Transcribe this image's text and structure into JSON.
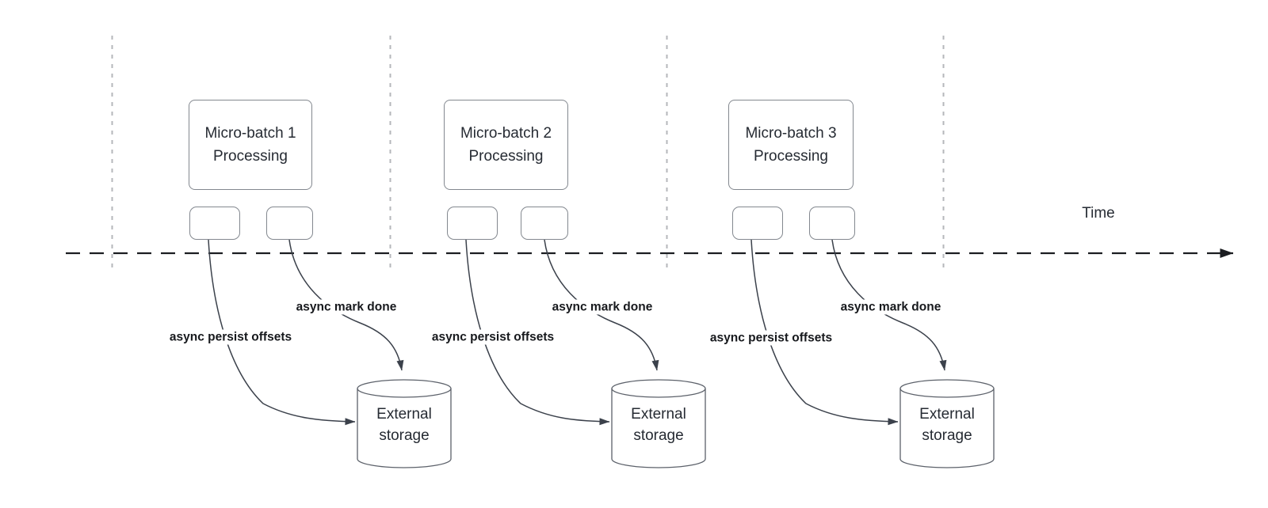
{
  "time_axis": {
    "label": "Time"
  },
  "sections": [
    {
      "box_label": "Micro-batch 1 Processing",
      "persist_arrow_label": "async persist offsets",
      "mark_arrow_label": "async mark done",
      "storage_label": "External storage"
    },
    {
      "box_label": "Micro-batch 2 Processing",
      "persist_arrow_label": "async persist offsets",
      "mark_arrow_label": "async mark done",
      "storage_label": "External storage"
    },
    {
      "box_label": "Micro-batch 3 Processing",
      "persist_arrow_label": "async persist offsets",
      "mark_arrow_label": "async mark done",
      "storage_label": "External storage"
    }
  ],
  "colors": {
    "background": "#ffffff",
    "shape_border": "#83888f",
    "cylinder_border": "#5c616a",
    "arrow": "#3b414b",
    "timeline": "#1b1d21",
    "guide_line": "#b5b7bb",
    "text": "#262b33",
    "label_text": "#17191d"
  }
}
